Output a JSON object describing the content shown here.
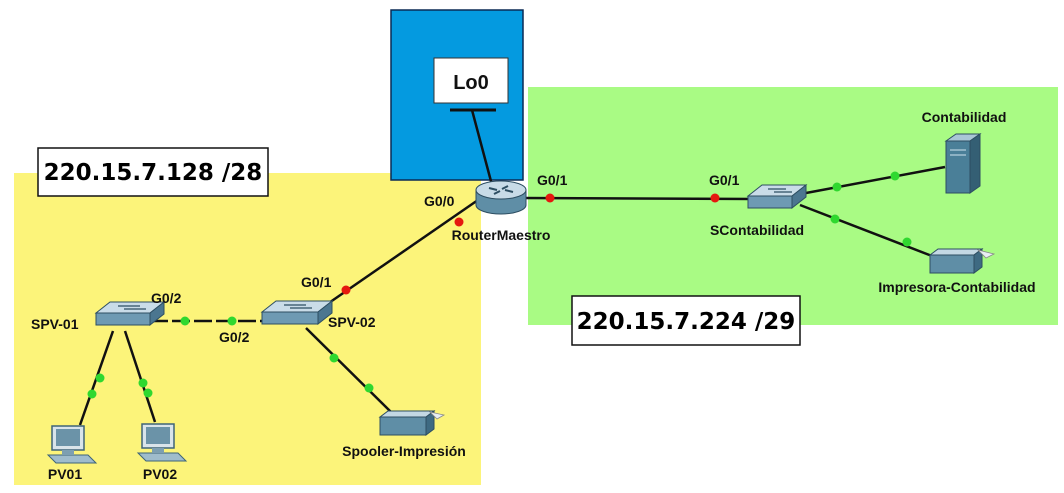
{
  "networks": {
    "lan_a": "220.15.7.128 /28",
    "lan_b": "220.15.7.224 /29"
  },
  "loopback": {
    "label": "Lo0"
  },
  "devices": {
    "router": "RouterMaestro",
    "switch_spv01": "SPV-01",
    "switch_spv02": "SPV-02",
    "switch_scont": "SContabilidad",
    "pc1": "PV01",
    "pc2": "PV02",
    "printer_spooler": "Spooler-Impresión",
    "server": "Contabilidad",
    "printer_cont": "Impresora-Contabilidad"
  },
  "ports": {
    "router_g00": "G0/0",
    "router_g01": "G0/1",
    "spv02_g01": "G0/1",
    "scont_g01": "G0/1",
    "spv01_g02": "G0/2",
    "spv02_g02": "G0/2"
  },
  "colors": {
    "zone_yellow": "#fcf47a",
    "zone_green": "#a9fb84",
    "loopback_blue": "#049ae0",
    "link_up": "#2fd82f",
    "link_down": "#e5180f",
    "cable": "#111111"
  }
}
